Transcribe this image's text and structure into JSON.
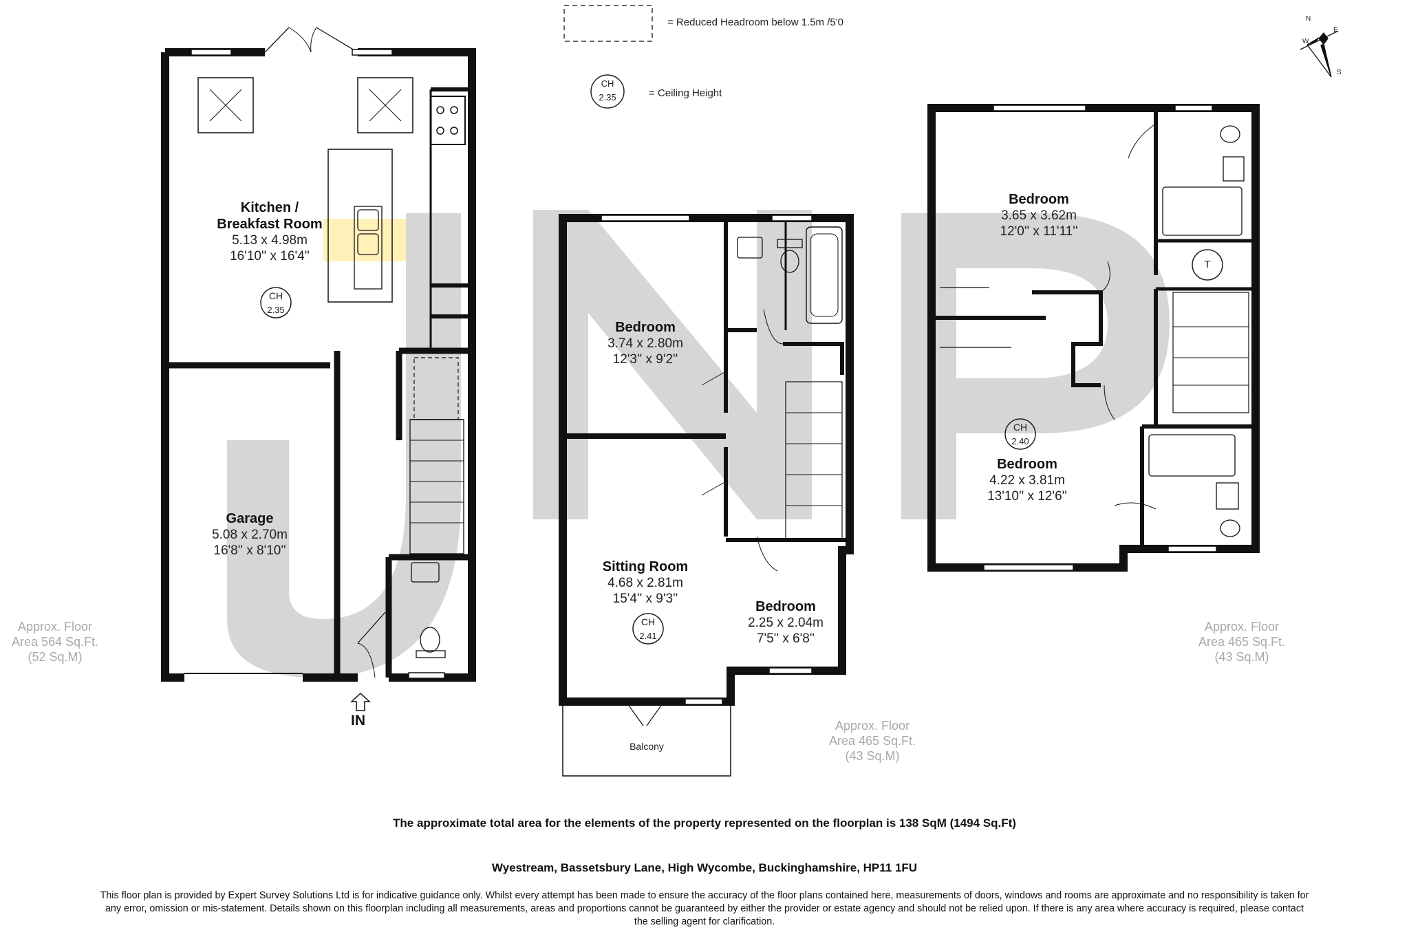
{
  "legend": {
    "reduced_headroom": "= Reduced Headroom below 1.5m /5'0",
    "ceiling_height_marker": "CH",
    "ceiling_height_value": "2.35",
    "ceiling_height": "= Ceiling Height"
  },
  "ground_floor": {
    "kitchen": {
      "name_line1": "Kitchen /",
      "name_line2": "Breakfast Room",
      "metric": "5.13 x 4.98m",
      "imperial": "16'10'' x 16'4''",
      "ch_label": "CH",
      "ch_value": "2.35"
    },
    "garage": {
      "name": "Garage",
      "metric": "5.08 x 2.70m",
      "imperial": "16'8'' x 8'10''"
    },
    "entrance_label": "IN",
    "area": {
      "line1": "Approx. Floor",
      "line2": "Area 564 Sq.Ft.",
      "line3": "(52 Sq.M)"
    }
  },
  "first_floor": {
    "bedroom": {
      "name": "Bedroom",
      "metric": "3.74 x 2.80m",
      "imperial": "12'3'' x 9'2''"
    },
    "sitting_room": {
      "name": "Sitting Room",
      "metric": "4.68 x 2.81m",
      "imperial": "15'4'' x 9'3''",
      "ch_label": "CH",
      "ch_value": "2.41"
    },
    "small_bedroom": {
      "name": "Bedroom",
      "metric": "2.25 x 2.04m",
      "imperial": "7'5'' x 6'8''"
    },
    "balcony": "Balcony",
    "area": {
      "line1": "Approx. Floor",
      "line2": "Area 465 Sq.Ft.",
      "line3": "(43 Sq.M)"
    }
  },
  "second_floor": {
    "bedroom_top": {
      "name": "Bedroom",
      "metric": "3.65 x 3.62m",
      "imperial": "12'0'' x 11'11''"
    },
    "bedroom_bottom": {
      "name": "Bedroom",
      "metric": "4.22 x 3.81m",
      "imperial": "13'10'' x 12'6''",
      "ch_label": "CH",
      "ch_value": "2.40"
    },
    "cupboard_label": "T",
    "area": {
      "line1": "Approx. Floor",
      "line2": "Area 465 Sq.Ft.",
      "line3": "(43 Sq.M)"
    }
  },
  "compass": {
    "n": "N",
    "e": "E",
    "s": "S",
    "w": "W"
  },
  "total_area": "The approximate total area for the elements of the property represented on the floorplan is 138 SqM (1494 Sq.Ft)",
  "address": "Wyestream, Bassetsbury Lane, High Wycombe, Buckinghamshire, HP11 1FU",
  "disclaimer": {
    "line1": "This floor plan is provided by Expert Survey Solutions Ltd is for indicative guidance only. Whilst every attempt has been made to ensure the accuracy of the floor plans contained here, measurements of doors, windows and rooms are approximate and no responsibility is taken for",
    "line2": "any error, omission or mis-statement. Details shown on this floorplan including all measurements, areas and proportions cannot be guaranteed by either the provider or estate agency and should not be relied upon.  If there is any area where accuracy is required, please contact",
    "line3": "the selling agent for clarification."
  },
  "colors": {
    "wall": "#111111",
    "watermark": "#d6d6d6",
    "highlight": "#fff1b8",
    "muted_text": "#a9a9a9"
  }
}
